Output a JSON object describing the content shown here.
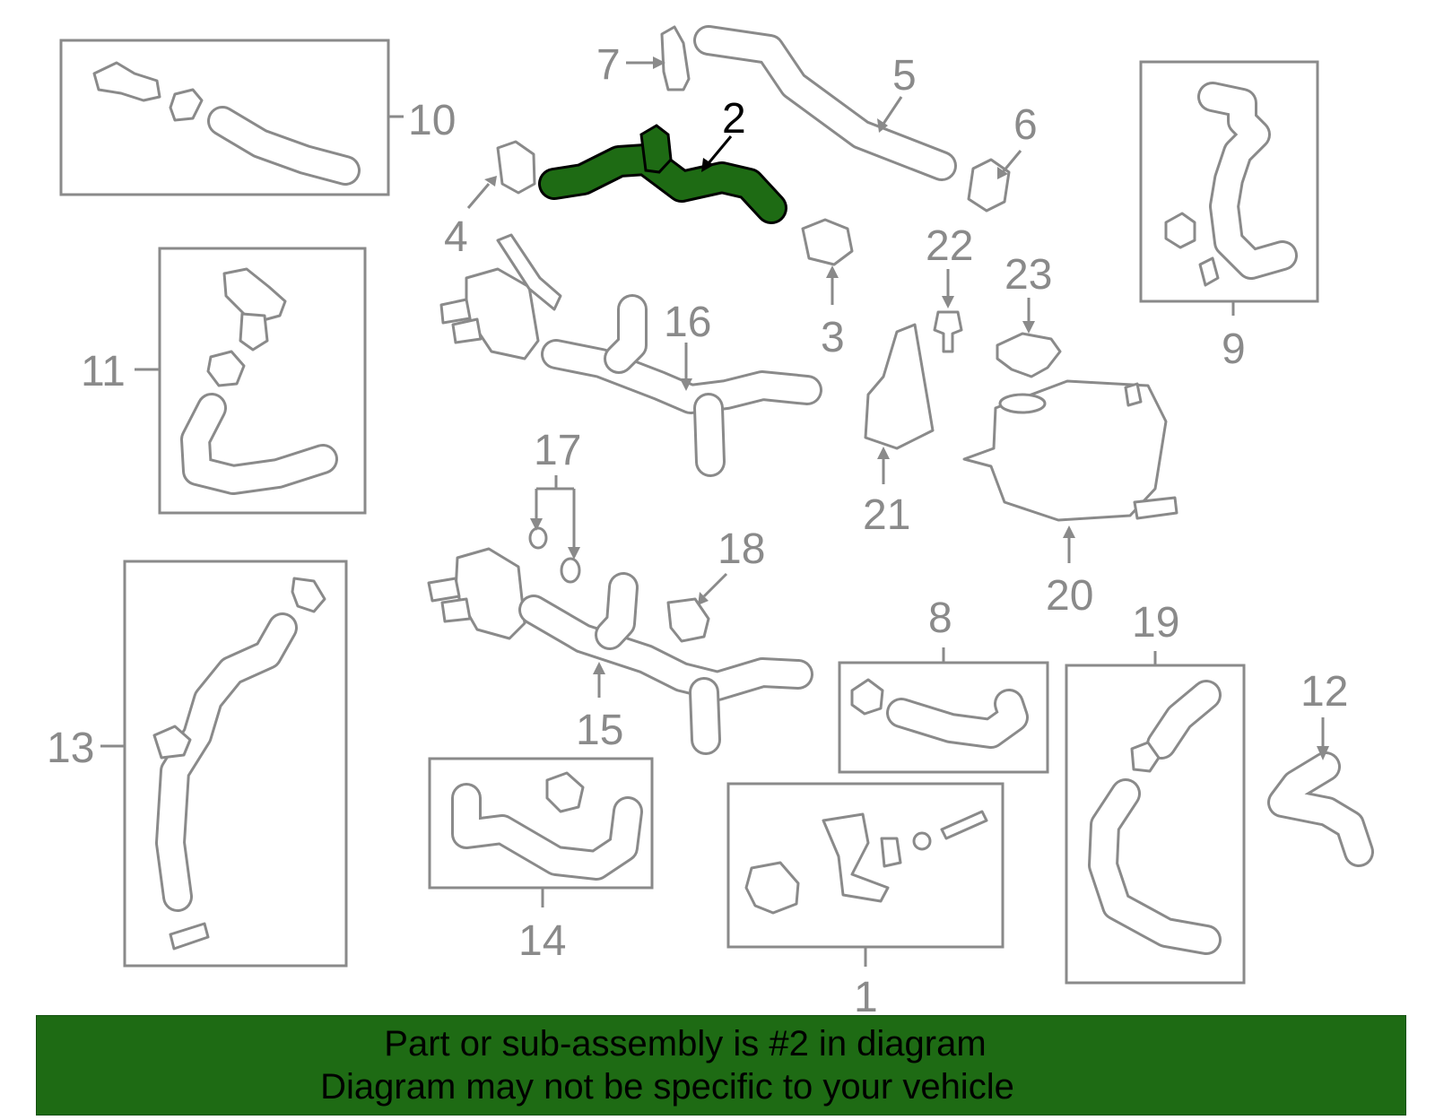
{
  "diagram": {
    "highlight_color": "#1e6b14",
    "highlighted_part": "2",
    "callouts": {
      "c1": "1",
      "c2": "2",
      "c3": "3",
      "c4": "4",
      "c5": "5",
      "c6": "6",
      "c7": "7",
      "c8": "8",
      "c9": "9",
      "c10": "10",
      "c11": "11",
      "c12": "12",
      "c13": "13",
      "c14": "14",
      "c15": "15",
      "c16": "16",
      "c17": "17",
      "c18": "18",
      "c19": "19",
      "c20": "20",
      "c21": "21",
      "c22": "22",
      "c23": "23"
    }
  },
  "banner": {
    "line1": "Part or sub-assembly is #2 in diagram",
    "line2": "Diagram may not be specific to your vehicle",
    "color": "#1e6b14"
  }
}
